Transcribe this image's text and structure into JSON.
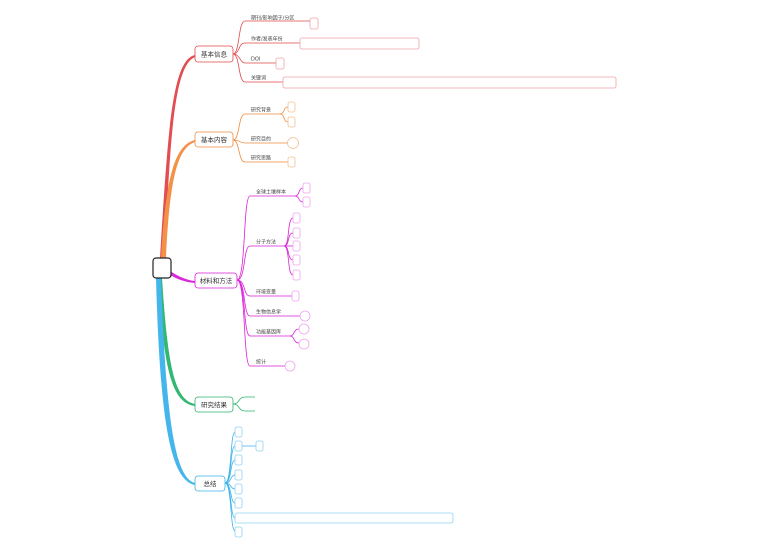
{
  "mindmap": {
    "root": {
      "label": ""
    },
    "branches": [
      {
        "id": "basic",
        "label": "基本信息",
        "color": "#e0484a",
        "children": [
          {
            "label": "期刊/影响因子/分区"
          },
          {
            "label": "作者/发表年份"
          },
          {
            "label": "DOI"
          },
          {
            "label": "关键词"
          }
        ]
      },
      {
        "id": "content",
        "label": "基本内容",
        "color": "#f08a3c",
        "children": [
          {
            "label": "研究背景"
          },
          {
            "label": "研究目的"
          },
          {
            "label": "研究思路"
          }
        ]
      },
      {
        "id": "methods",
        "label": "材料和方法",
        "color": "#d820d8",
        "children": [
          {
            "label": "全球土壤样本"
          },
          {
            "label": "分子方法"
          },
          {
            "label": "环境变量"
          },
          {
            "label": "生物信息学"
          },
          {
            "label": "功能基因库"
          },
          {
            "label": "统计"
          }
        ]
      },
      {
        "id": "results",
        "label": "研究结果",
        "color": "#2db36b",
        "children": []
      },
      {
        "id": "summary",
        "label": "总结",
        "color": "#3bb2e8",
        "children": []
      }
    ]
  }
}
